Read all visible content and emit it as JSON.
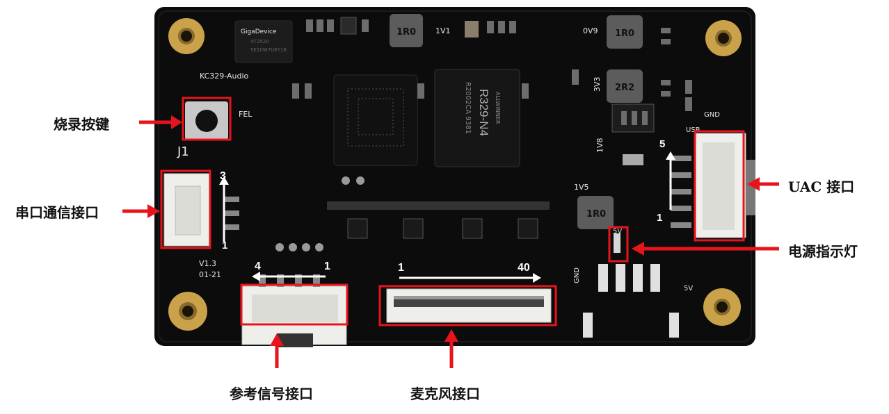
{
  "labels": {
    "burn_key": "烧录按键",
    "serial": "串口通信接口",
    "uac": "UAC 接口",
    "power_led": "电源指示灯",
    "reference": "参考信号接口",
    "microphone": "麦克风接口"
  },
  "pin_numbers": {
    "serial_top": "3",
    "serial_bottom": "1",
    "uac_top": "5",
    "uac_bottom": "1",
    "ref_left": "4",
    "ref_right": "1",
    "mic_left": "1",
    "mic_right": "40"
  },
  "silkscreen": {
    "board_name": "KC329-Audio",
    "fel": "FEL",
    "j1": "J1",
    "version": "V1.3",
    "date": "01-21",
    "chip_main": "R329-N4",
    "chip_sub": "R2002CA  9381",
    "chip_brand": "ALLWINNER",
    "flash_brand": "GigaDevice",
    "inductor_1": "1R0",
    "inductor_2": "1R0",
    "inductor_3": "2R2",
    "inductor_4": "1R0",
    "rail_1v1": "1V1",
    "rail_0v9": "0V9",
    "rail_3v3": "3V3",
    "rail_1v8": "1V8",
    "rail_1v5": "1V5",
    "gnd": "GND",
    "usb": "USB",
    "five_v": "5V"
  },
  "colors": {
    "board": "#0c0c0c",
    "annotation_red": "#e8141b",
    "gold": "#c9a24a",
    "connector": "#eeeeea"
  }
}
